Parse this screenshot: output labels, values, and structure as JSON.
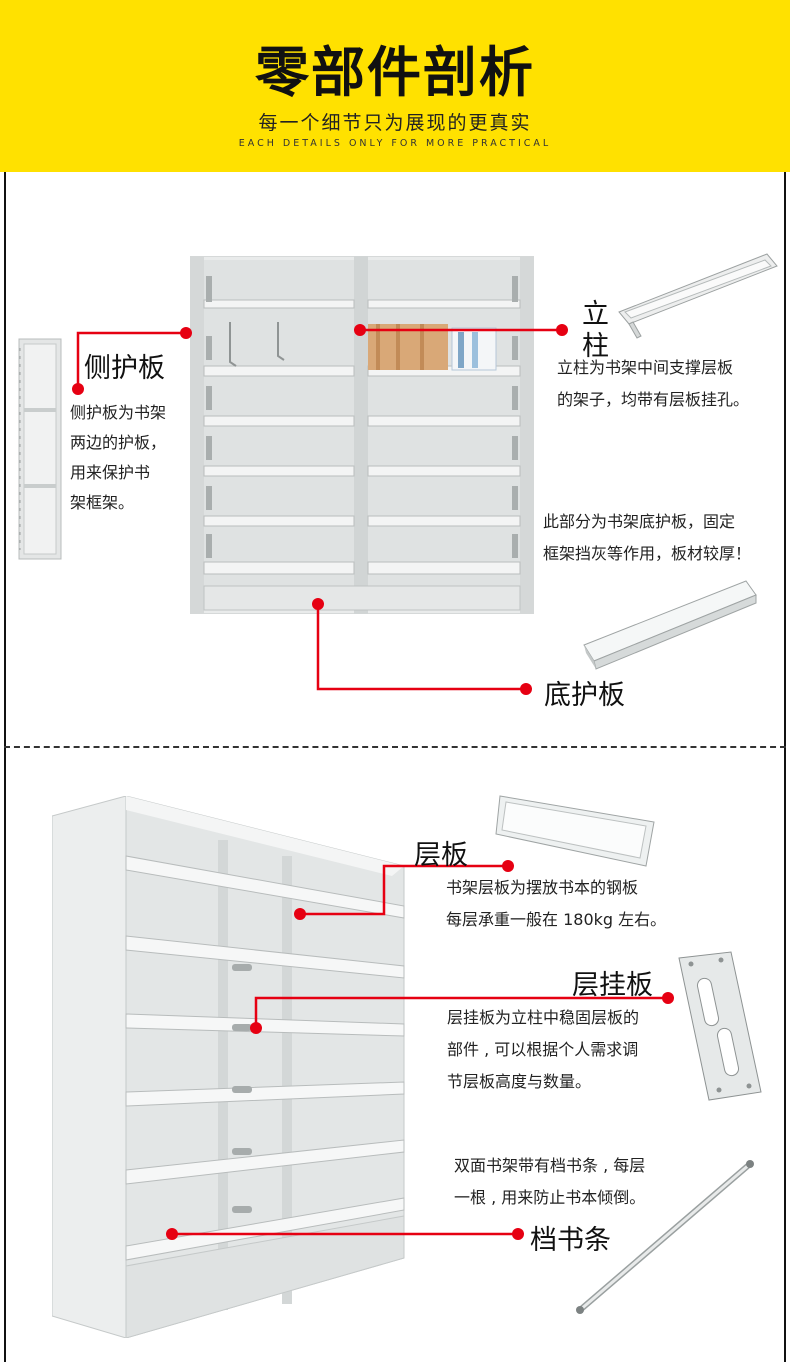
{
  "header": {
    "title": "零部件剖析",
    "subtitle": "每一个细节只为展现的更真实",
    "subtitle_en": "EACH DETAILS ONLY FOR MORE PRACTICAL"
  },
  "section1": {
    "side_panel": {
      "title": "侧护板",
      "desc": [
        "侧护板为书架",
        "两边的护板，",
        "用来保护书",
        "架框架。"
      ]
    },
    "upright": {
      "title_line1": "立",
      "title_line2": "柱",
      "desc": [
        "立柱为书架中间支撑层板",
        "的架子，均带有层板挂孔。"
      ]
    },
    "bottom_panel": {
      "title": "底护板",
      "desc": [
        "此部分为书架底护板，固定",
        "框架挡灰等作用，板材较厚！"
      ]
    }
  },
  "section2": {
    "shelf": {
      "title": "层板",
      "desc": [
        "书架层板为摆放书本的钢板",
        "每层承重一般在 180kg 左右。"
      ]
    },
    "bracket": {
      "title": "层挂板",
      "desc": [
        "层挂板为立柱中稳固层板的",
        "部件 , 可以根据个人需求调",
        "节层板高度与数量。"
      ]
    },
    "rod": {
      "title": "档书条",
      "desc": [
        "双面书架带有档书条 , 每层",
        "一根 , 用来防止书本倾倒。"
      ]
    }
  },
  "colors": {
    "header_bg": "#ffe100",
    "pointer_red": "#e60012",
    "metal": "#d9dcdc"
  }
}
